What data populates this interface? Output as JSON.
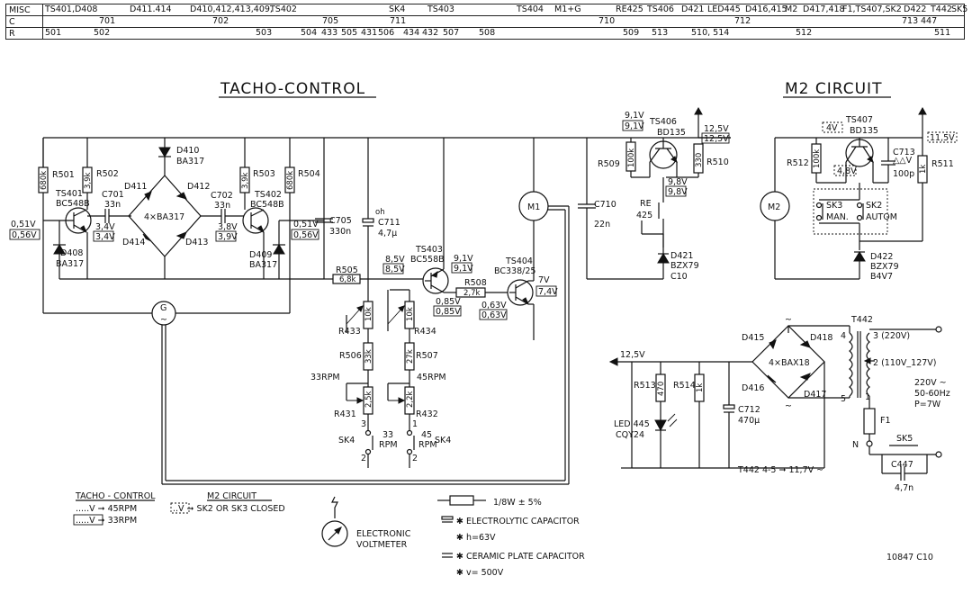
{
  "table": {
    "misc_label": "MISC",
    "c_label": "C",
    "r_label": "R",
    "misc": [
      "TS401,D408",
      "D411.414",
      "D410,412,413,409,",
      "TS402",
      "SK4",
      "TS403",
      "TS404",
      "M1+G",
      "RE425",
      "TS406",
      "D421",
      "LED445",
      "D416,415",
      "M2",
      "D417,418",
      "F1,TS407,SK2",
      "D422",
      "T442",
      "SK5"
    ],
    "c": [
      "701",
      "702",
      "705",
      "711",
      "710",
      "712",
      "713",
      "447"
    ],
    "r": [
      "501",
      "502",
      "503",
      "504",
      "433",
      "505",
      "431",
      "506",
      "434",
      "432",
      "507",
      "508",
      "509",
      "513",
      "510, 514",
      "512",
      "511"
    ]
  },
  "titles": {
    "tacho": "TACHO-CONTROL",
    "m2": "M2 CIRCUIT"
  },
  "labels": {
    "r501": "R501",
    "r501v": "680k",
    "r502": "R502",
    "r502v": "3,9k",
    "ts401": "TS401",
    "ts401t": "BC548B",
    "c701": "C701",
    "c701v": "33n",
    "d410": "D410",
    "d410t": "BA317",
    "d411": "D411",
    "d412": "D412",
    "d413": "D413",
    "d414": "D414",
    "bridge1": "4×BA317",
    "c702": "C702",
    "c702v": "33n",
    "r503": "R503",
    "r503v": "3,9k",
    "ts402": "TS402",
    "ts402t": "BC548B",
    "r504": "R504",
    "r504v": "680k",
    "v051": "0,51V",
    "v056": "0,56V",
    "v34": "3,4V",
    "v34b": "3,4V",
    "v38": "3,8V",
    "v39": "3,9V",
    "v051b": "0,51V",
    "v056b": "0,56V",
    "d408": "D408",
    "d408t": "BA317",
    "d409": "D409",
    "d409t": "BA317",
    "c705": "C705",
    "c705v": "330n",
    "c711h": "oh",
    "c711": "C711",
    "c711v": "4,7µ",
    "r505": "R505",
    "r505v": "6,8k",
    "v85": "8,5V",
    "v85b": "8,5V",
    "ts403": "TS403",
    "ts403t": "BC558B",
    "v91": "9,1V",
    "v91b": "9,1V",
    "ts404": "TS404",
    "ts404t": "BC338/25",
    "v7": "7V",
    "v74": "7,4V",
    "r508": "R508",
    "r508v": "2,7k",
    "v085": "0,85V",
    "v085b": "0,85V",
    "v063": "0,63V",
    "v063b": "0,63V",
    "m1": "M1",
    "r433": "R433",
    "r433v": "10k",
    "r434": "R434",
    "r434v": "10k",
    "r506": "R506",
    "r506v": "33k",
    "r507": "R507",
    "r507v": "27k",
    "rpm33": "33RPM",
    "rpm45": "45RPM",
    "r431": "R431",
    "r431v": "2,5k",
    "r432": "R432",
    "r432v": "2,2k",
    "n3": "3",
    "n1": "1",
    "n2a": "2",
    "n2b": "2",
    "sk4a": "SK4",
    "sk4b": "SK4",
    "sw33": "33",
    "sw33r": "RPM",
    "sw45": "45",
    "sw45r": "RPM",
    "g": "G",
    "c710": "C710",
    "c710v": "22n",
    "ts406v1": "9,1V",
    "ts406v2": "9,1V",
    "ts406": "TS406",
    "ts406t": "BD135",
    "v125": "12,5V",
    "v125b": "12,5V",
    "r509": "R509",
    "r509v": "100k",
    "r510": "R510",
    "r510v": "330",
    "v98": "9,8V",
    "v98b": "9,8V",
    "re": "RE",
    "re425": "425",
    "d421": "D421",
    "d421t": "BZX79",
    "d421t2": "C10",
    "m2": "M2",
    "ts407v": "4V",
    "ts407": "TS407",
    "ts407t": "BD135",
    "c713": "C713",
    "c713v": "100p",
    "v115": "11,5V",
    "r511": "R511",
    "r511v": "1k",
    "r512": "R512",
    "r512v": "100k",
    "v48": "4,8V",
    "sk3": "SK3",
    "sk3t": "MAN.",
    "sk2": "SK2",
    "sk2t": "AUTOM",
    "d422": "D422",
    "d422t": "BZX79",
    "d422t2": "B4V7",
    "v125c": "12,5V",
    "r513": "R513",
    "r513v": "470",
    "r514": "R514",
    "r514v": "1k",
    "led": "LED 445",
    "ledt": "CQY24",
    "c712": "C712",
    "c712v": "470µ",
    "d415": "D415",
    "d416": "D416",
    "d417": "D417",
    "d418": "D418",
    "bridge2": "4×BAX18",
    "t442": "T442",
    "p4": "4",
    "p3": "3 (220V)",
    "p2": "2 (110V_127V)",
    "p5": "5",
    "p1": "1",
    "mains": "220V ~",
    "mains2": "50-60Hz",
    "mains3": "P=7W",
    "f1": "F1",
    "n": "N",
    "sk5": "SK5",
    "c447": "C447",
    "c447v": "4,7n",
    "t442note": "T442 4-5 ➞ 11,7V ~"
  },
  "legend": {
    "tacho_head": "TACHO - CONTROL",
    "tacho_l1": ".....V ➞ 45RPM",
    "tacho_l2": ".....V ➞ 33RPM",
    "m2_head": "M2 CIRCUIT",
    "m2_l1": "..V ➞ SK2 OR SK3 CLOSED",
    "voltmeter": "ELECTRONIC",
    "voltmeter2": "VOLTMETER",
    "res": "1/8W ± 5%",
    "elco": "✱ ELECTROLYTIC CAPACITOR",
    "h63": "✱ h=63V",
    "ceram": "✱ CERAMIC PLATE CAPACITOR",
    "v500": "✱ v= 500V",
    "code": "10847 C10"
  }
}
